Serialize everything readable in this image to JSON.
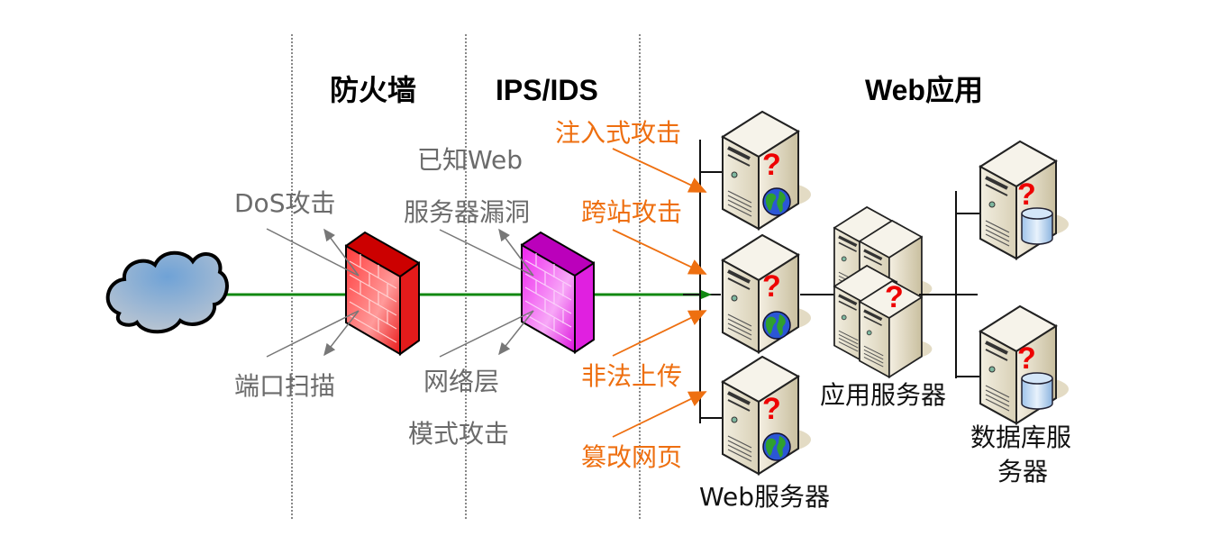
{
  "sections": {
    "firewall": "防火墙",
    "ips_ids": "IPS/IDS",
    "web_app": "Web应用"
  },
  "firewall_threats": {
    "dos": "DoS攻击",
    "port_scan": "端口扫描"
  },
  "ips_threats": {
    "known_web_line1": "已知Web",
    "known_web_line2": "服务器漏洞",
    "network_line1": "网络层",
    "network_line2": "模式攻击"
  },
  "web_attacks": {
    "injection": "注入式攻击",
    "xss": "跨站攻击",
    "illegal_upload": "非法上传",
    "defacement": "篡改网页"
  },
  "servers": {
    "web": "Web服务器",
    "app": "应用服务器",
    "db_line1": "数据库服",
    "db_line2": "务器",
    "unknown_mark": "?"
  },
  "colors": {
    "attack_text": "#ee6f10",
    "threat_text": "#6b6b6b",
    "link": "#118811",
    "firewall": "#ee1c1c",
    "ips": "#e020e0",
    "unknown_mark": "#ee0000"
  }
}
